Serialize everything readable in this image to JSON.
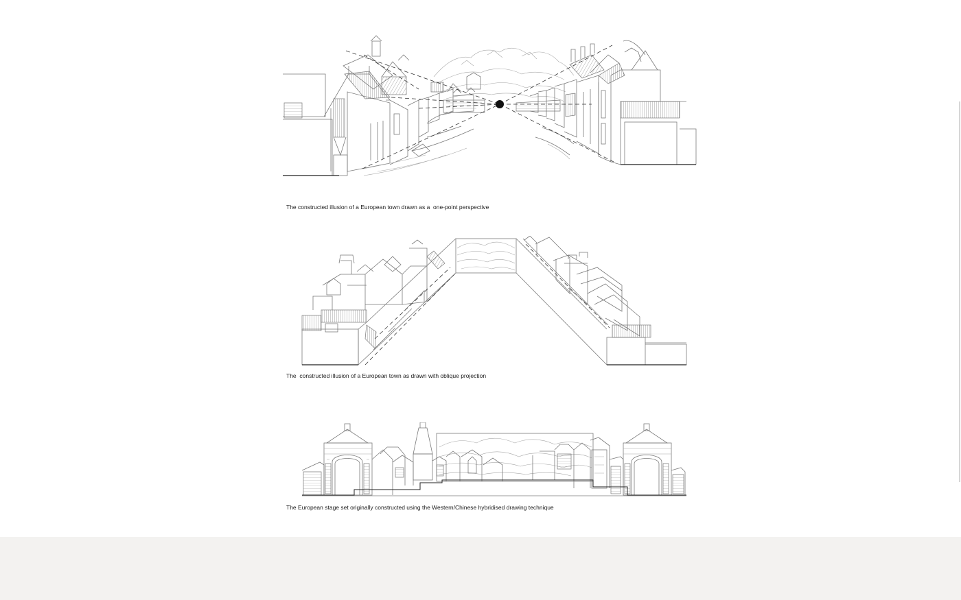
{
  "figures": [
    {
      "caption": "The constructed illusion of a European town drawn as a  one-point perspective"
    },
    {
      "caption": "The  constructed illusion of a European town as drawn with oblique projection"
    },
    {
      "caption": "The European stage set originally constructed using the Western/Chinese hybridised drawing technique"
    }
  ],
  "colors": {
    "page": "#ffffff",
    "footer": "#f3f2f0",
    "ink": "#1a1a1a"
  }
}
